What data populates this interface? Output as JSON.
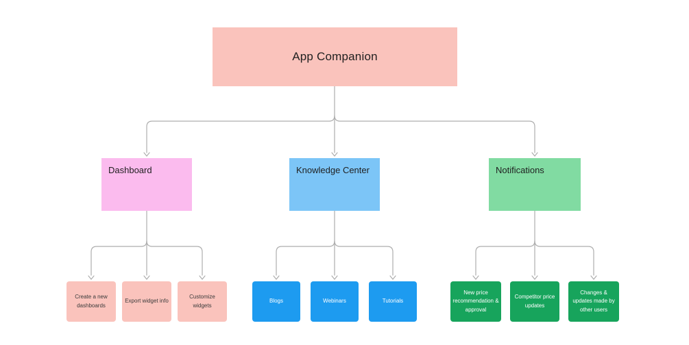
{
  "colors": {
    "background": "#ffffff",
    "connector": "#adadad",
    "root_fill": "#fac3bc",
    "dashboard_fill": "#fbbbee",
    "knowledge_fill": "#7cc5f7",
    "notifications_fill": "#81dba2",
    "leaf_salmon_fill": "#fac3bc",
    "leaf_blue_fill": "#1d9bf0",
    "leaf_green_fill": "#17a45c",
    "dark_text": "#1f1f1f",
    "light_text": "#ffffff"
  },
  "tree": {
    "root": {
      "label": "App Companion"
    },
    "branches": [
      {
        "label": "Dashboard",
        "children": [
          {
            "label": "Create a new dashboards"
          },
          {
            "label": "Export widget info"
          },
          {
            "label": "Customize widgets"
          }
        ]
      },
      {
        "label": "Knowledge Center",
        "children": [
          {
            "label": "Blogs"
          },
          {
            "label": "Webinars"
          },
          {
            "label": "Tutorials"
          }
        ]
      },
      {
        "label": "Notifications",
        "children": [
          {
            "label": "New price recommendation & approval"
          },
          {
            "label": "Competitor price updates"
          },
          {
            "label": "Changes & updates made by other users"
          }
        ]
      }
    ]
  }
}
